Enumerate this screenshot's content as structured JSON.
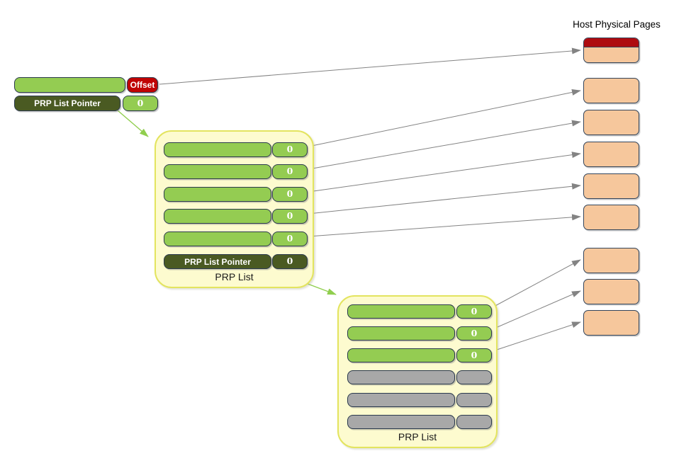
{
  "colors": {
    "green": "#94CC52",
    "dark_green": "#4A5A22",
    "red": "#C00404",
    "dark_red": "#AE0B10",
    "peach": "#F6C79C",
    "gray": "#A8A8A8",
    "container_fill": "#FDFBCF",
    "container_border": "#E3E45F",
    "bar_border": "#2B3A4E",
    "arrow_gray": "#838383",
    "arrow_green": "#90CE4E"
  },
  "pages": {
    "title": "Host Physical Pages",
    "count": 9
  },
  "prp_entry": {
    "offset_label": "Offset",
    "pointer_label": "PRP List Pointer",
    "pointer_value": "0"
  },
  "list1": {
    "label": "PRP List",
    "entries": [
      "0",
      "0",
      "0",
      "0",
      "0"
    ],
    "pointer_label": "PRP List Pointer",
    "pointer_value": "0"
  },
  "list2": {
    "label": "PRP List",
    "entries": [
      "0",
      "0",
      "0"
    ],
    "unused_entries": 3
  }
}
